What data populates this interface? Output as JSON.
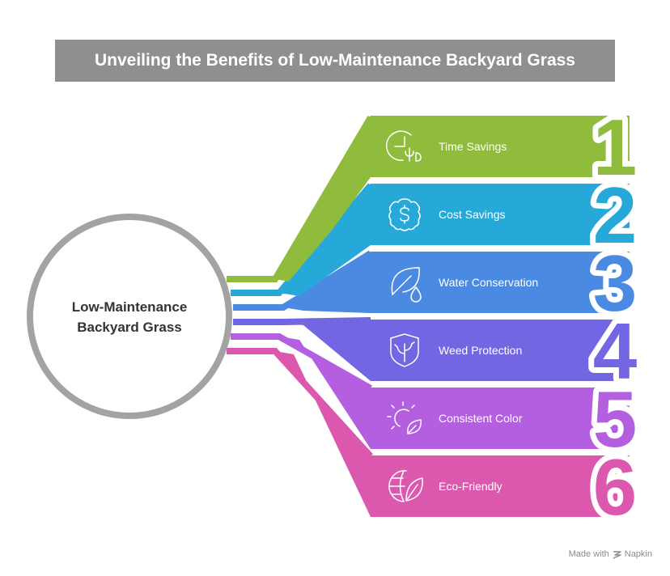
{
  "title": "Unveiling the Benefits of Low-Maintenance Backyard Grass",
  "center": {
    "line1": "Low-Maintenance",
    "line2": "Backyard Grass"
  },
  "items": [
    {
      "number": "1",
      "label": "Time Savings",
      "icon": "clock-plant-icon",
      "color": "#8fbc3d"
    },
    {
      "number": "2",
      "label": "Cost Savings",
      "icon": "dollar-badge-icon",
      "color": "#26a9d8"
    },
    {
      "number": "3",
      "label": "Water Conservation",
      "icon": "leaf-drop-icon",
      "color": "#4a8ae3"
    },
    {
      "number": "4",
      "label": "Weed Protection",
      "icon": "shield-plant-icon",
      "color": "#7266e3"
    },
    {
      "number": "5",
      "label": "Consistent Color",
      "icon": "sun-leaf-icon",
      "color": "#b45ee0"
    },
    {
      "number": "6",
      "label": "Eco-Friendly",
      "icon": "globe-leaf-icon",
      "color": "#dc58ae"
    }
  ],
  "footer": {
    "made_with": "Made with",
    "brand": "Napkin"
  }
}
